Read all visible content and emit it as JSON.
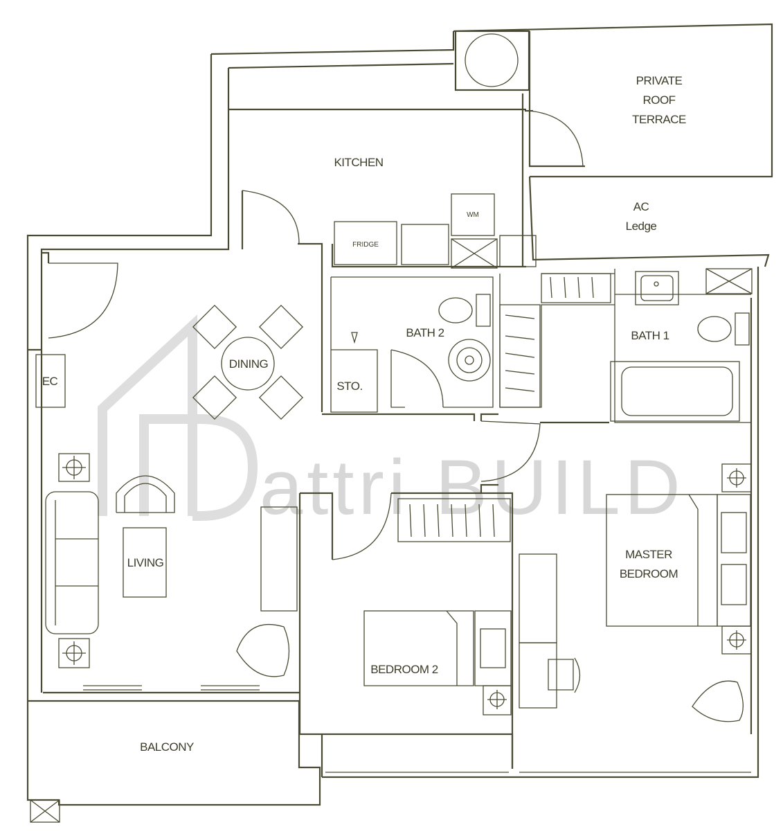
{
  "rooms": {
    "private_roof_terrace": [
      "PRIVATE",
      "ROOF",
      "TERRACE"
    ],
    "kitchen": "KITCHEN",
    "ac_ledge": [
      "AC",
      "Ledge"
    ],
    "fridge": "FRIDGE",
    "wm": "WM",
    "bath2": "BATH 2",
    "bath1": "BATH 1",
    "dining": "DINING",
    "ec": "EC",
    "sto": "STO.",
    "living": "LIVING",
    "master_bedroom": [
      "MASTER",
      "BEDROOM"
    ],
    "bedroom2": "BEDROOM 2",
    "balcony": "BALCONY"
  },
  "watermark": {
    "text": "attri BUILD",
    "color": "#d7d7d7"
  },
  "colors": {
    "line": "#4a4a32",
    "text": "#3c3c28",
    "background": "#ffffff"
  }
}
